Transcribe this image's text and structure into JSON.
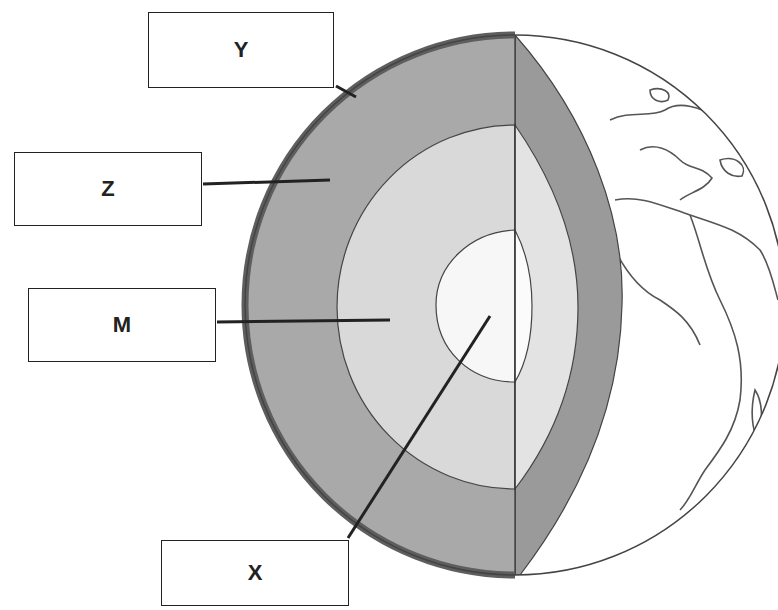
{
  "diagram": {
    "nodes": [
      {
        "text": [
          "Y"
        ]
      },
      {
        "text": [
          "Z"
        ]
      },
      {
        "text": [
          "M"
        ]
      },
      {
        "text": [
          "X"
        ]
      }
    ]
  }
}
